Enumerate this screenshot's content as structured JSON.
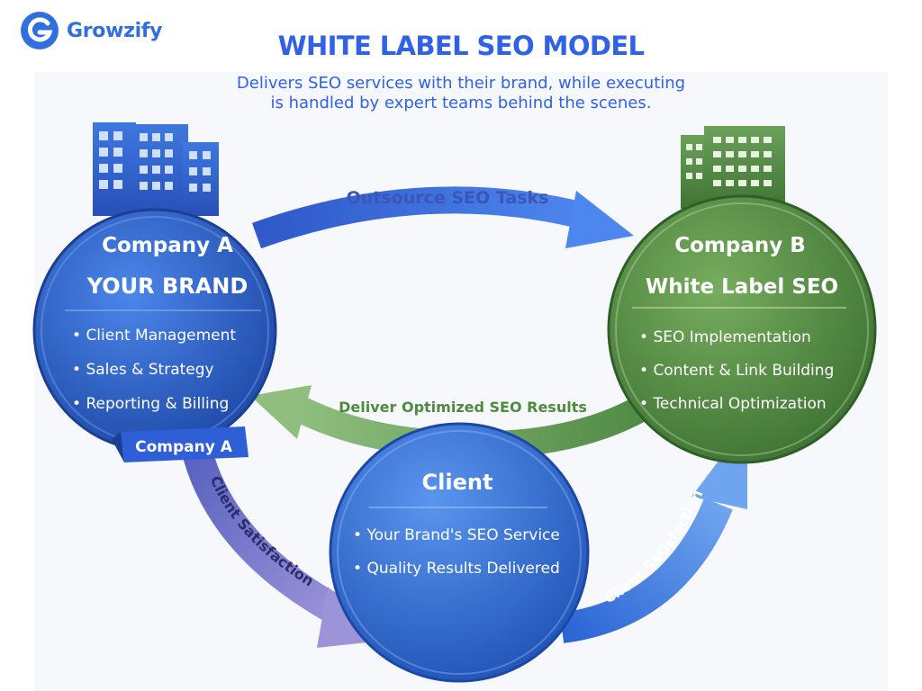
{
  "brand": {
    "logo_text": "Growzify",
    "accent": "#2f62e6"
  },
  "header": {
    "title": "WHITE LABEL SEO MODEL",
    "subtitle_line1": "Delivers SEO services with their brand, while executing",
    "subtitle_line2": "is handled by expert teams behind the scenes."
  },
  "company_a": {
    "title_line1": "Company A",
    "title_line2": "YOUR BRAND",
    "items": [
      "Client Management",
      "Sales & Strategy",
      "Reporting & Billing"
    ],
    "ribbon": "Company A",
    "color": "#2f5fc9",
    "icon": "office-building-icon"
  },
  "company_b": {
    "title_line1": "Company B",
    "title_line2": "White Label SEO",
    "items": [
      "SEO Implementation",
      "Content & Link Building",
      "Technical Optimization"
    ],
    "color": "#4f8a3f",
    "icon": "office-building-icon"
  },
  "client": {
    "title": "Client",
    "items": [
      "Your Brand's SEO Service",
      "Quality Results Delivered"
    ],
    "color": "#2f6ad6"
  },
  "flows": {
    "outsource": "Outsource SEO Tasks",
    "deliver": "Deliver Optimized SEO Results",
    "satisfaction_left": "Client Satisfaction",
    "satisfaction_right": "Client Satisfaction"
  },
  "colors": {
    "blue_arrow": "#3c6ee6",
    "green_arrow": "#5e9a58",
    "purple_arrow": "#6c68c7",
    "light_blue_arrow": "#4a86e4"
  }
}
